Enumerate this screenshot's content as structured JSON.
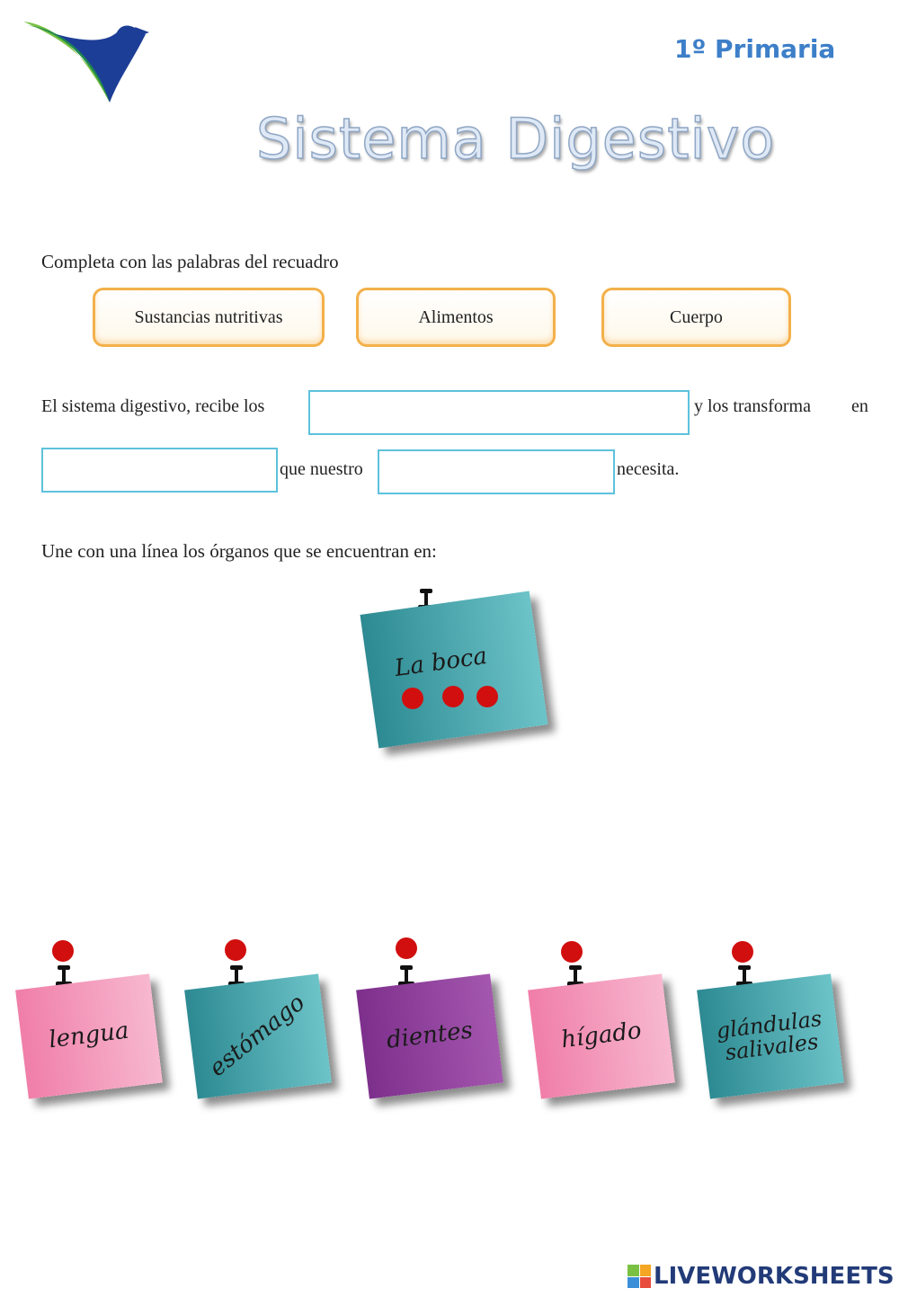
{
  "header": {
    "grade": "1º Primaria",
    "title": "Sistema Digestivo",
    "logo_icon": "bird-logo-icon"
  },
  "section1": {
    "instruction": "Completa con las palabras del recuadro",
    "word_bank": [
      "Sustancias  nutritivas",
      "Alimentos",
      "Cuerpo"
    ],
    "sentence": {
      "part1": "El  sistema  digestivo,  recibe  los",
      "part2": "y  los  transforma",
      "part3": "en",
      "part4": "que nuestro",
      "part5": "necesita."
    },
    "blanks": [
      "",
      "",
      ""
    ]
  },
  "section2": {
    "instruction": "Une con una línea los órganos que se encuentran en:",
    "target": {
      "label": "La boca",
      "color": "#2e8c95"
    },
    "organs": [
      {
        "label": "lengua",
        "color": "#f08fb2"
      },
      {
        "label": "estómago",
        "color": "#2e8c95"
      },
      {
        "label": "dientes",
        "color": "#8e3d98"
      },
      {
        "label": "hígado",
        "color": "#f08fb2"
      },
      {
        "label": "glándulas salivales",
        "color": "#2e8c95"
      }
    ]
  },
  "footer": {
    "brand": "LIVEWORKSHEETS"
  }
}
